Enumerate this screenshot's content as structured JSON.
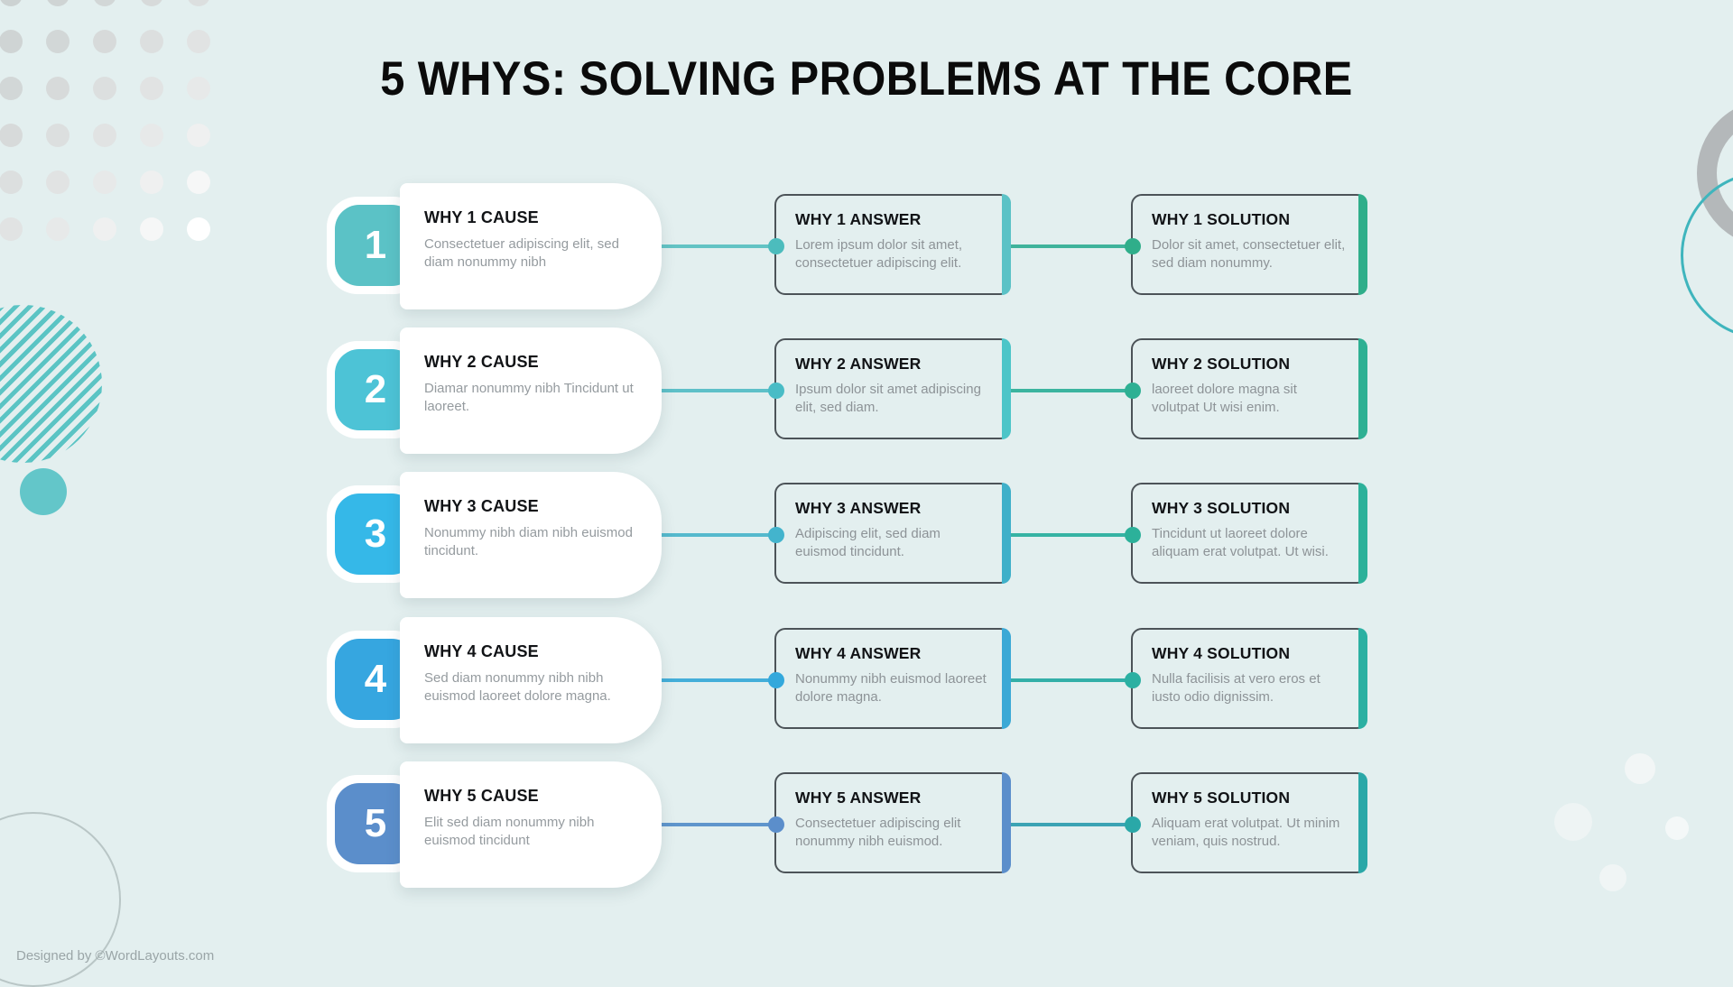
{
  "title": "5 WHYS: SOLVING PROBLEMS AT THE CORE",
  "footer": "Designed by ©WordLayouts.com",
  "colors": {
    "background": "#e3efef",
    "card_outline": "#4c5358",
    "heading": "#111316",
    "body_text": "#8d9397",
    "badge_1": "#5bc2c6",
    "badge_2": "#4dc3d6",
    "badge_3": "#35b8e8",
    "badge_4": "#36a6e0",
    "badge_5": "#5b8ecb",
    "accent_answer_1": "#5bc2c6",
    "accent_answer_2": "#4cc5c8",
    "accent_answer_3": "#3fb0c9",
    "accent_answer_4": "#3ba9d6",
    "accent_answer_5": "#5b8ecb",
    "accent_solution_1": "#2fae8a",
    "accent_solution_2": "#2eb093",
    "accent_solution_3": "#2cb19a",
    "accent_solution_4": "#2bb0a2",
    "accent_solution_5": "#2aa8a8"
  },
  "rows": [
    {
      "number": "1",
      "badge_color": "#5bc2c6",
      "cause": {
        "title": "WHY 1 CAUSE",
        "body": "Consectetuer adipiscing elit, sed diam nonummy nibh"
      },
      "answer": {
        "title": "WHY 1 ANSWER",
        "body": "Lorem ipsum dolor sit amet, consectetuer adipiscing elit.",
        "accent": "#5bc2c6"
      },
      "solution": {
        "title": "WHY 1 SOLUTION",
        "body": "Dolor sit amet, consectetuer elit, sed diam nonummy.",
        "accent": "#2fae8a"
      },
      "connector_1_color": "#63c3c4",
      "connector_2_color": "#3fb39b",
      "dot_1_color": "#4cbcbd",
      "dot_2_color": "#2fae8a"
    },
    {
      "number": "2",
      "badge_color": "#4dc3d6",
      "cause": {
        "title": "WHY 2 CAUSE",
        "body": "Diamar nonummy nibh Tincidunt ut laoreet."
      },
      "answer": {
        "title": "WHY 2 ANSWER",
        "body": "Ipsum dolor sit amet adipiscing elit, sed diam.",
        "accent": "#4cc5c8"
      },
      "solution": {
        "title": "WHY 2 SOLUTION",
        "body": "laoreet dolore magna sit volutpat Ut wisi enim.",
        "accent": "#2eb093"
      },
      "connector_1_color": "#5ec0c8",
      "connector_2_color": "#3bb49f",
      "dot_1_color": "#49bcc6",
      "dot_2_color": "#2eb093"
    },
    {
      "number": "3",
      "badge_color": "#35b8e8",
      "cause": {
        "title": "WHY 3 CAUSE",
        "body": "Nonummy nibh diam nibh euismod tincidunt."
      },
      "answer": {
        "title": "WHY 3 ANSWER",
        "body": "Adipiscing elit, sed diam euismod tincidunt.",
        "accent": "#3fb0c9"
      },
      "solution": {
        "title": "WHY 3 SOLUTION",
        "body": "Tincidunt ut laoreet dolore aliquam erat volutpat. Ut wisi.",
        "accent": "#2cb19a"
      },
      "connector_1_color": "#55b9cd",
      "connector_2_color": "#36b3a4",
      "dot_1_color": "#43b4cd",
      "dot_2_color": "#2cb19a"
    },
    {
      "number": "4",
      "badge_color": "#36a6e0",
      "cause": {
        "title": "WHY 4 CAUSE",
        "body": "Sed diam nonummy nibh nibh euismod laoreet dolore magna."
      },
      "answer": {
        "title": "WHY 4 ANSWER",
        "body": "Nonummy nibh euismod laoreet dolore magna.",
        "accent": "#3ba9d6"
      },
      "solution": {
        "title": "WHY 4 SOLUTION",
        "body": "Nulla facilisis at vero eros et iusto odio dignissim.",
        "accent": "#2bb0a2"
      },
      "connector_1_color": "#44aed9",
      "connector_2_color": "#33afa8",
      "dot_1_color": "#33a8dc",
      "dot_2_color": "#2bb0a2"
    },
    {
      "number": "5",
      "badge_color": "#5b8ecb",
      "cause": {
        "title": "WHY 5 CAUSE",
        "body": "Elit sed diam nonummy nibh euismod tincidunt"
      },
      "answer": {
        "title": "WHY 5 ANSWER",
        "body": "Consectetuer adipiscing elit nonummy nibh euismod.",
        "accent": "#5b8ecb"
      },
      "solution": {
        "title": "WHY 5 SOLUTION",
        "body": "Aliquam erat volutpat. Ut minim veniam, quis nostrud.",
        "accent": "#2aa8a8"
      },
      "connector_1_color": "#5f95cc",
      "connector_2_color": "#3ba3b4",
      "dot_1_color": "#5b8ecb",
      "dot_2_color": "#2aa8a8"
    }
  ]
}
